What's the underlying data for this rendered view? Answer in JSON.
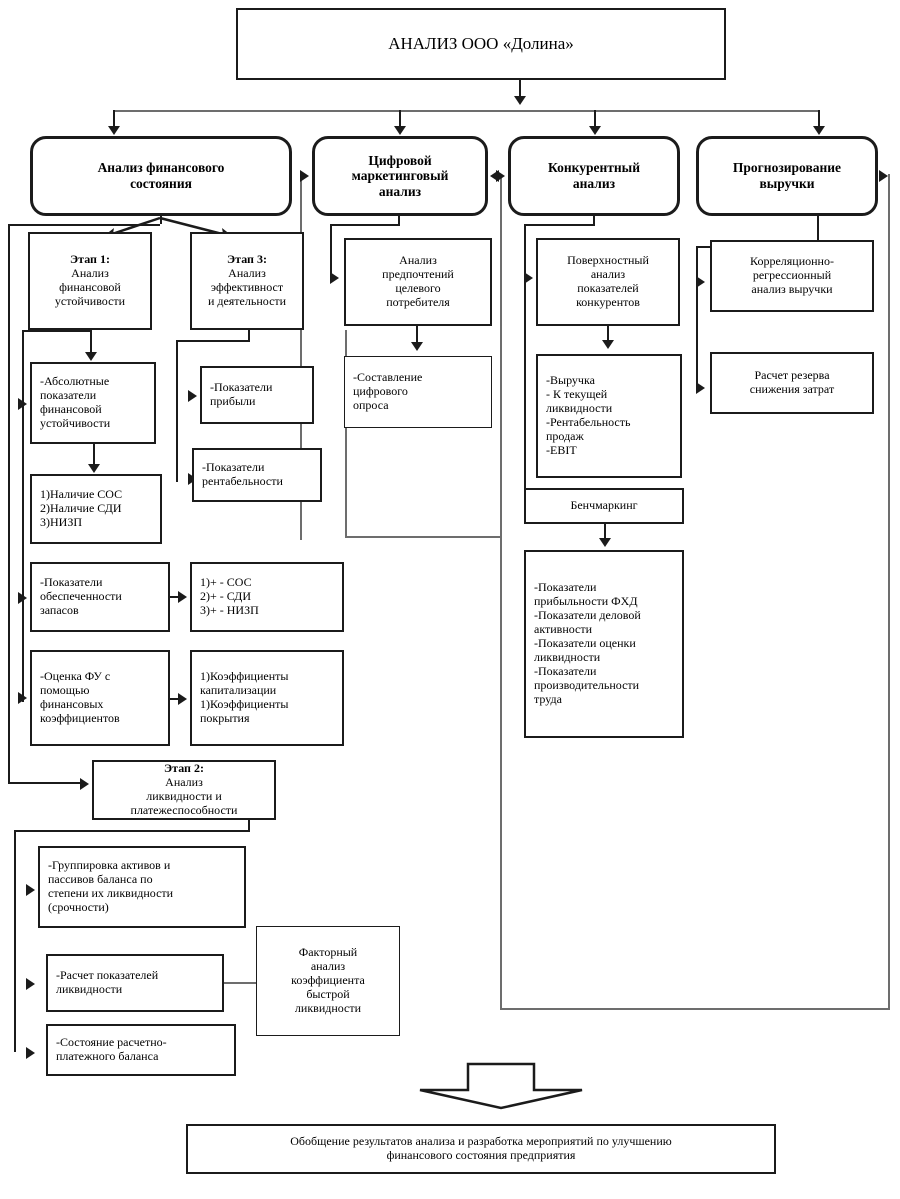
{
  "diagram": {
    "title_box": {
      "label": "АНАЛИЗ ООО «Долина»"
    },
    "branches": [
      {
        "label": "Анализ финансового\nсостояния"
      },
      {
        "label": "Цифровой\nмаркетинговый\nанализ"
      },
      {
        "label": "Конкурентный\nанализ"
      },
      {
        "label": "Прогнозирование\nвыручки"
      }
    ],
    "financial": {
      "stage1": {
        "label": "Этап 1:",
        "body": "Анализ\nфинансовой\nустойчивости"
      },
      "stage3": {
        "label": "Этап 3:",
        "body": "Анализ\nэффективност\nи деятельности"
      },
      "stage2": {
        "label": "Этап 2:",
        "body": " Анализ\nликвидности и\nплатежеспособности"
      },
      "absolute_indicators": "-Абсолютные\nпоказатели\nфинансовой\nустойчивости",
      "availability": "1)Наличие СОС\n2)Наличие СДИ\n3)НИЗП",
      "stock_coverage": "-Показатели\nобеспеченности\nзапасов",
      "stock_coverage_result": "1)+ - СОС\n2)+ - СДИ\n3)+ - НИЗП",
      "ratio_assessment": "-Оценка ФУ с\nпомощью\nфинансовых\nкоэффициентов",
      "ratio_groups": "1)Коэффициенты\nкапитализации\n1)Коэффициенты\nпокрытия",
      "profit_indicators": "-Показатели\nприбыли",
      "profitability_indicators": "-Показатели\nрентабельности",
      "grouping": "-Группировка активов и\nпассивов баланса по\nстепени их ликвидности\n(срочности)",
      "liquidity_calc": "-Расчет показателей\nликвидности",
      "settlement_balance": "-Состояние расчетно-\nплатежного баланса",
      "factor_analysis": "Факторный\nанализ\nкоэффициента\nбыстрой\nликвидности"
    },
    "digital_marketing": {
      "preferences": "Анализ\nпредпочтений\nцелевого\nпотребителя",
      "survey": "-Составление\nцифрового\nопроса"
    },
    "competitive": {
      "surface_analysis": "Поверхностный\nанализ\nпоказателей\nконкурентов",
      "metrics": "-Выручка\n- К текущей\nликвидности\n-Рентабельность\nпродаж\n-EBIT",
      "benchmarking": "Бенчмаркинг",
      "indicators": "-Показатели\nприбыльности ФХД\n-Показатели деловой\nактивности\n-Показатели оценки\nликвидности\n-Показатели\nпроизводительности\nтруда"
    },
    "forecast": {
      "regression": "Корреляционно-\nрегрессионный\nанализ выручки",
      "cost_reserve": "Расчет резерва\nснижения затрат"
    },
    "conclusion": {
      "label": "Обобщение результатов анализа и разработка мероприятий по улучшению\nфинансового состояния предприятия"
    }
  },
  "colors": {
    "stroke": "#1b1b1b",
    "thin_stroke": "#6d6d6d",
    "background": "#ffffff"
  }
}
